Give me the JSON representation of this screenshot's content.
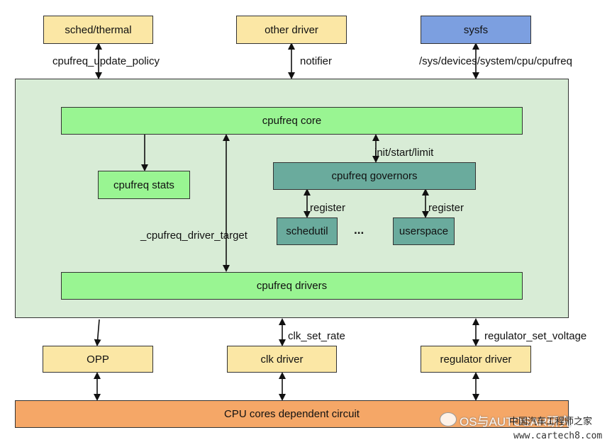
{
  "top": {
    "sched": "sched/thermal",
    "other_driver": "other driver",
    "sysfs": "sysfs"
  },
  "top_labels": {
    "update_policy": "cpufreq_update_policy",
    "notifier": "notifier",
    "sysfs_path": "/sys/devices/system/cpu/cpufreq"
  },
  "inner": {
    "core": "cpufreq core",
    "stats": "cpufreq stats",
    "governors": "cpufreq governors",
    "schedutil": "schedutil",
    "ellipsis": "...",
    "userspace": "userspace",
    "drivers": "cpufreq drivers",
    "init_label": "init/start/limit",
    "register_left": "register",
    "register_right": "register",
    "driver_target": "_cpufreq_driver_target"
  },
  "bottom": {
    "opp": "OPP",
    "clk_driver": "clk driver",
    "regulator_driver": "regulator driver",
    "cpu_circuit": "CPU cores dependent circuit",
    "clk_label": "clk_set_rate",
    "regulator_label": "regulator_set_voltage"
  },
  "watermark": {
    "line1": "OS与AUTOSAR研究",
    "line2": "中国汽车工程师之家",
    "line3": "www.cartech8.com"
  },
  "colors": {
    "yellow": "#fbe7a5",
    "blue": "#7c9fe0",
    "light_green": "#99f592",
    "teal": "#6aab9d",
    "orange": "#f5a767",
    "container": "#d8ecd6"
  }
}
